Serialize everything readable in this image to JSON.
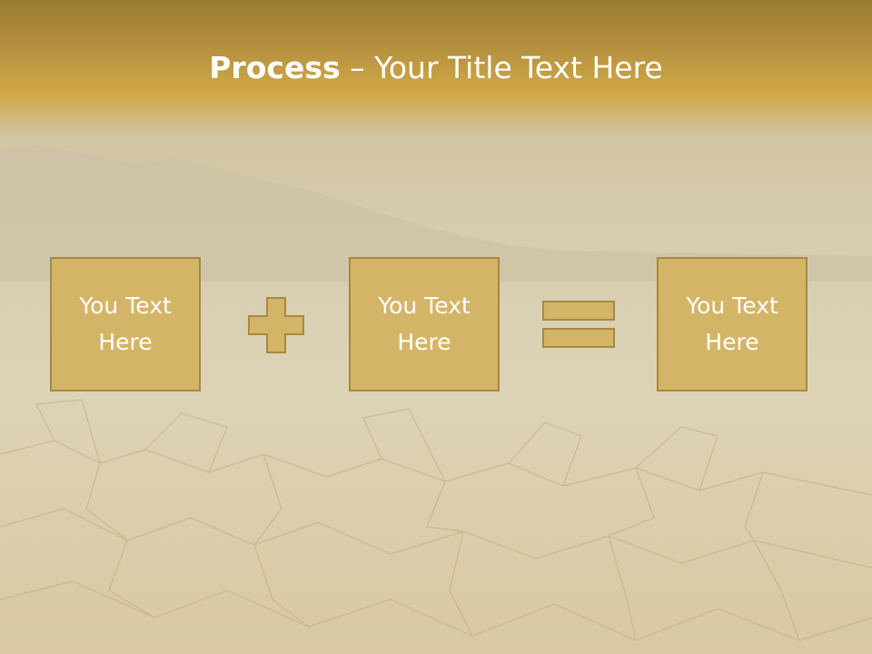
{
  "slide": {
    "title_bold": "Process",
    "title_rest": " – Your Title Text Here"
  },
  "boxes": [
    {
      "line1": "You Text",
      "line2": "Here"
    },
    {
      "line1": "You Text",
      "line2": "Here"
    },
    {
      "line1": "You Text",
      "line2": "Here"
    }
  ],
  "operators": {
    "first": "plus-icon",
    "second": "equals-icon"
  },
  "colors": {
    "title_band": "#b08c3c",
    "box_fill": "#d4b567",
    "box_border": "#a8893f",
    "text": "#ffffff"
  }
}
